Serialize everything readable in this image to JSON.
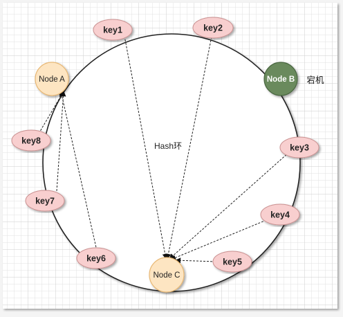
{
  "diagram": {
    "ring_label": "Hash环",
    "nodes": [
      {
        "id": "A",
        "label": "Node A",
        "fill": "#fde5c2",
        "stroke": "#e8b874",
        "text_color": "#222222"
      },
      {
        "id": "B",
        "label": "Node B",
        "fill": "#6a8a5d",
        "stroke": "#496640",
        "text_color": "#ffffff",
        "note": "宕机"
      },
      {
        "id": "C",
        "label": "Node C",
        "fill": "#fde5c2",
        "stroke": "#e8b874",
        "text_color": "#222222"
      }
    ],
    "keys": [
      {
        "label": "key1",
        "target": "C"
      },
      {
        "label": "key2",
        "target": "C"
      },
      {
        "label": "key3",
        "target": "C"
      },
      {
        "label": "key4",
        "target": "C"
      },
      {
        "label": "key5",
        "target": "C"
      },
      {
        "label": "key6",
        "target": "A"
      },
      {
        "label": "key7",
        "target": "A"
      },
      {
        "label": "key8",
        "target": "A"
      }
    ],
    "key_fill": "#f8cfcf",
    "key_stroke": "#c99090"
  }
}
